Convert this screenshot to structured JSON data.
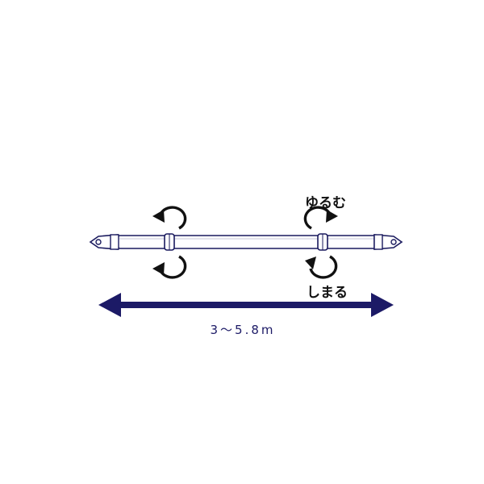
{
  "labels": {
    "loosen": "ゆるむ",
    "tighten": "しまる",
    "length_range": "3～5.8m"
  },
  "colors": {
    "rod_outline": "#1a1a5e",
    "rod_fill": "#ffffff",
    "arrow_fill": "#1c1a66",
    "rotation_arrow": "#111111"
  },
  "icons": {
    "left_end_cap": "finial-icon",
    "right_end_cap": "finial-icon",
    "rotation_arrows": "rotate-arrow-icon",
    "length_arrow": "double-arrow-icon"
  }
}
